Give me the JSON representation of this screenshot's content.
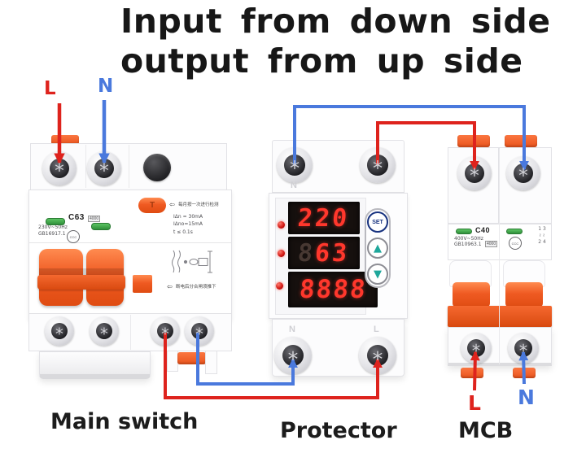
{
  "title": {
    "line1": "Input from down side",
    "line2": "output from up side"
  },
  "input_labels": {
    "l": "L",
    "n": "N"
  },
  "output_labels": {
    "l": "L",
    "n": "N"
  },
  "captions": {
    "main_switch": "Main switch",
    "protector": "Protector",
    "mcb": "MCB"
  },
  "main_switch": {
    "model": "C63",
    "badge": "4000",
    "voltage": "230V~50Hz",
    "standard": "GB16917.1",
    "cert": "CCC",
    "test_button": "T",
    "test_note": "每月按一次进行检测",
    "spec1": "IΔn = 30mA",
    "spec2": "IΔno=15mA",
    "spec3": "t ≤ 0.1s",
    "handle_note": "断电后分合闸须推下"
  },
  "protector": {
    "display_voltage": "220",
    "display_current_ghost": "8",
    "display_current": "63",
    "display_limit": "8888",
    "set_label": "SET",
    "top_terminal_n": "N",
    "bottom_terminal_n": "N",
    "bottom_terminal_l": "L"
  },
  "mcb": {
    "model": "C40",
    "badge": "4000",
    "voltage": "400V~50Hz",
    "standard": "GB10963.1",
    "cert": "CCC",
    "poles_top": "1 3",
    "poles_bottom": "2 4"
  },
  "icons": {
    "left_arrow": "⇦",
    "up_triangle": "▲",
    "down_triangle": "▼",
    "breaker_squiggle": "≀ ≀"
  },
  "colors": {
    "live_wire": "#de231d",
    "neutral_wire": "#4a79dd",
    "breaker_orange": "#ef5a22",
    "display_red": "#ff372c",
    "teal_button": "#1fa79b",
    "set_blue": "#17327f",
    "indicator_green": "#3da84a"
  }
}
